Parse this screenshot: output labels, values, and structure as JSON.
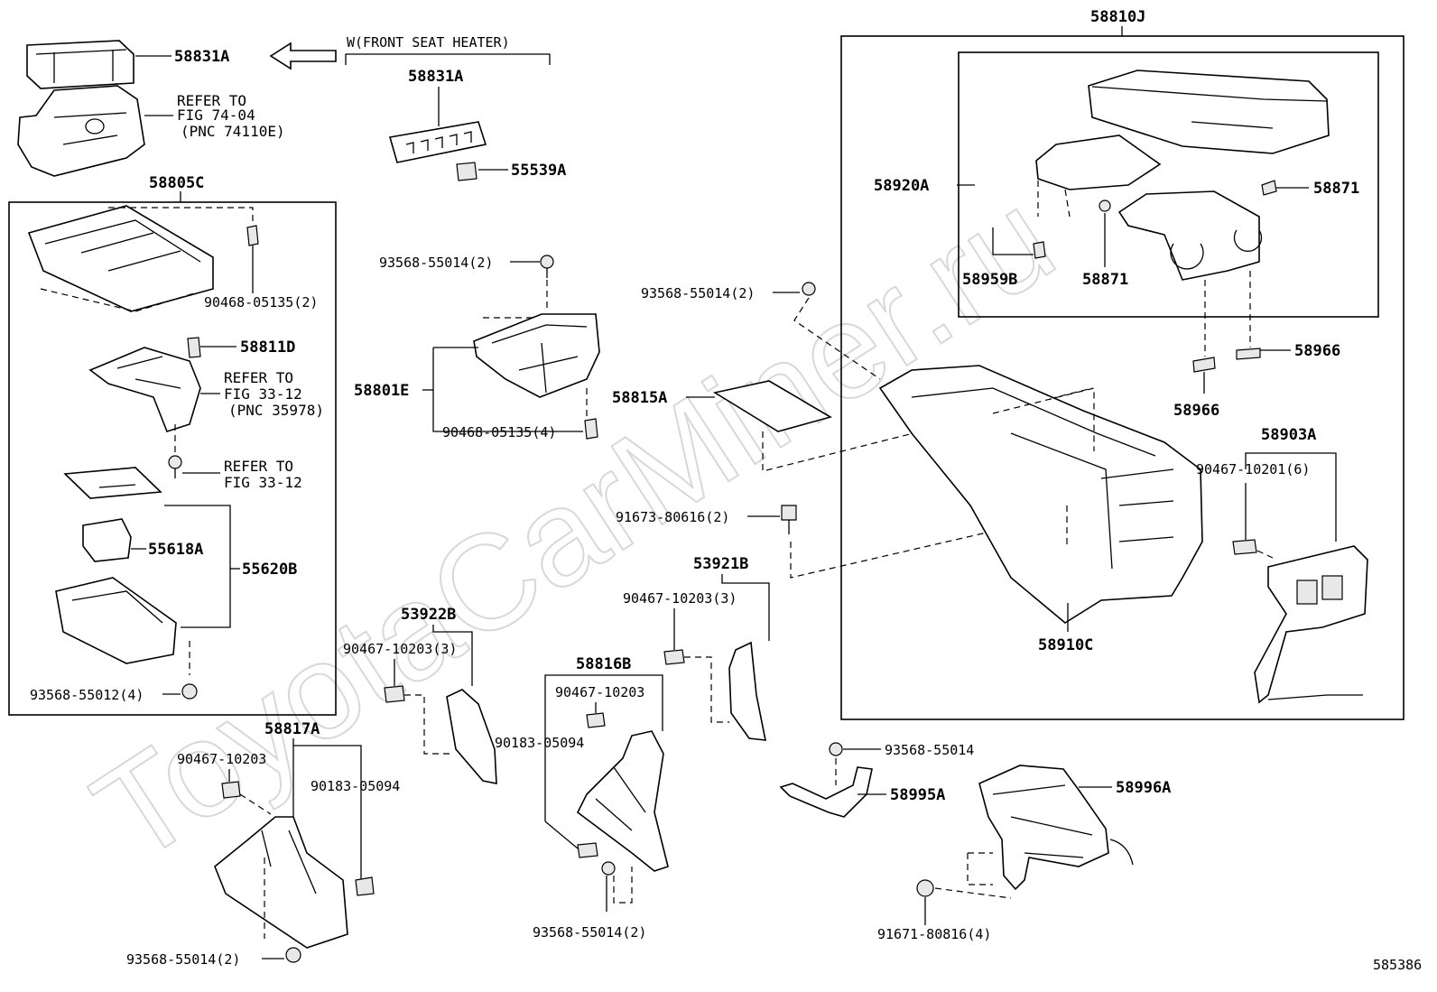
{
  "watermark": "ToyotaCarMiner.ru",
  "figure_number": "585386",
  "labels": {
    "front_seat_heater": "W(FRONT SEAT HEATER)",
    "p58831A_left": "58831A",
    "p58831A_mid": "58831A",
    "p55539A": "55539A",
    "refer_74_line1": "REFER TO",
    "refer_74_line2": "FIG 74-04",
    "refer_74_line3": "(PNC 74110E)",
    "p58805C": "58805C",
    "p90468_05135_2": "90468-05135(2)",
    "p58811D": "58811D",
    "refer_3312a_line1": "REFER TO",
    "refer_3312a_line2": "FIG 33-12",
    "refer_3312a_line3": "(PNC 35978)",
    "refer_3312b_line1": "REFER TO",
    "refer_3312b_line2": "FIG 33-12",
    "p55618A": "55618A",
    "p55620B": "55620B",
    "p93568_55012_4": "93568-55012(4)",
    "p93568_55014_2_a": "93568-55014(2)",
    "p58801E": "58801E",
    "p90468_05135_4": "90468-05135(4)",
    "p93568_55014_2_b": "93568-55014(2)",
    "p58815A": "58815A",
    "p91673_80616_2": "91673-80616(2)",
    "p53922B": "53922B",
    "p90467_10203_3_a": "90467-10203(3)",
    "p53921B": "53921B",
    "p90467_10203_3_b": "90467-10203(3)",
    "p58816B": "58816B",
    "p90467_10203_mid": "90467-10203",
    "p90183_05094_mid": "90183-05094",
    "p58817A": "58817A",
    "p90467_10203_left": "90467-10203",
    "p90183_05094_left": "90183-05094",
    "p93568_55014_2_c": "93568-55014(2)",
    "p93568_55014_2_d": "93568-55014(2)",
    "p58810J": "58810J",
    "p58920A": "58920A",
    "p58871_a": "58871",
    "p58871_b": "58871",
    "p58959B": "58959B",
    "p58966_a": "58966",
    "p58966_b": "58966",
    "p58903A": "58903A",
    "p90467_10201_6": "90467-10201(6)",
    "p58910C": "58910C",
    "p93568_55014": "93568-55014",
    "p58995A": "58995A",
    "p58996A": "58996A",
    "p91671_80816_4": "91671-80816(4)"
  }
}
